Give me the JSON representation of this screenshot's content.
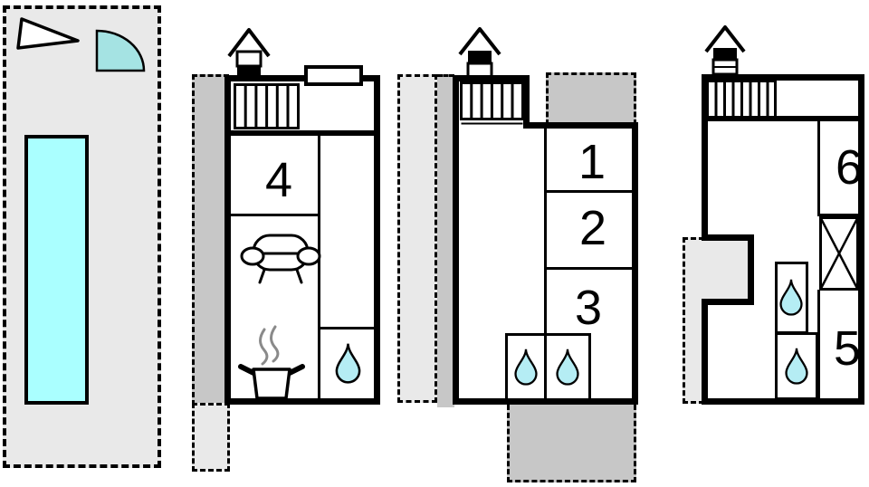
{
  "colors": {
    "pool_water": "#aaffff",
    "water_drop": "#b5edf4",
    "sector_fill": "#a5e3e3",
    "area_light": "#e9e9e9",
    "area_dark": "#c7c7c7",
    "steam": "#8a8a8a",
    "wall": "#000000"
  },
  "site_plan": {
    "elements": [
      "north-triangle-icon",
      "quarter-sector-icon",
      "swimming-pool"
    ]
  },
  "icons": [
    "chimney-icon",
    "stairs-icon",
    "window",
    "sofa-icon",
    "cooking-pot-icon",
    "water-drop-icon",
    "x-cross-box-icon",
    "north-arrow-icon",
    "pool"
  ],
  "floor_plans": [
    {
      "name": "plan-a",
      "room_labels": {
        "r4": "4"
      }
    },
    {
      "name": "plan-b",
      "room_labels": {
        "r1": "1",
        "r2": "2",
        "r3": "3"
      }
    },
    {
      "name": "plan-c",
      "room_labels": {
        "r5": "5",
        "r6": "6"
      }
    }
  ]
}
